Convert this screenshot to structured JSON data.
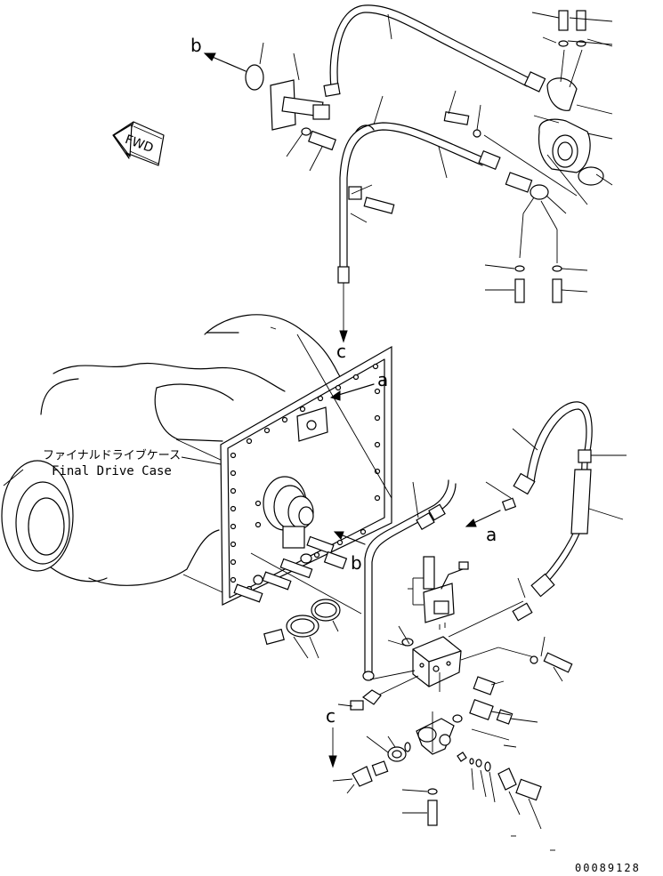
{
  "diagram": {
    "labels": {
      "case_jp": "ファイナルドライブケース",
      "case_en": "Final Drive Case",
      "fwd": "FWD",
      "ref_a_top": "a",
      "ref_a_bottom": "a",
      "ref_b_top": "b",
      "ref_b_bottom": "b",
      "ref_c_top": "c",
      "ref_c_bottom": "c"
    },
    "drawing_number": "00089128"
  }
}
